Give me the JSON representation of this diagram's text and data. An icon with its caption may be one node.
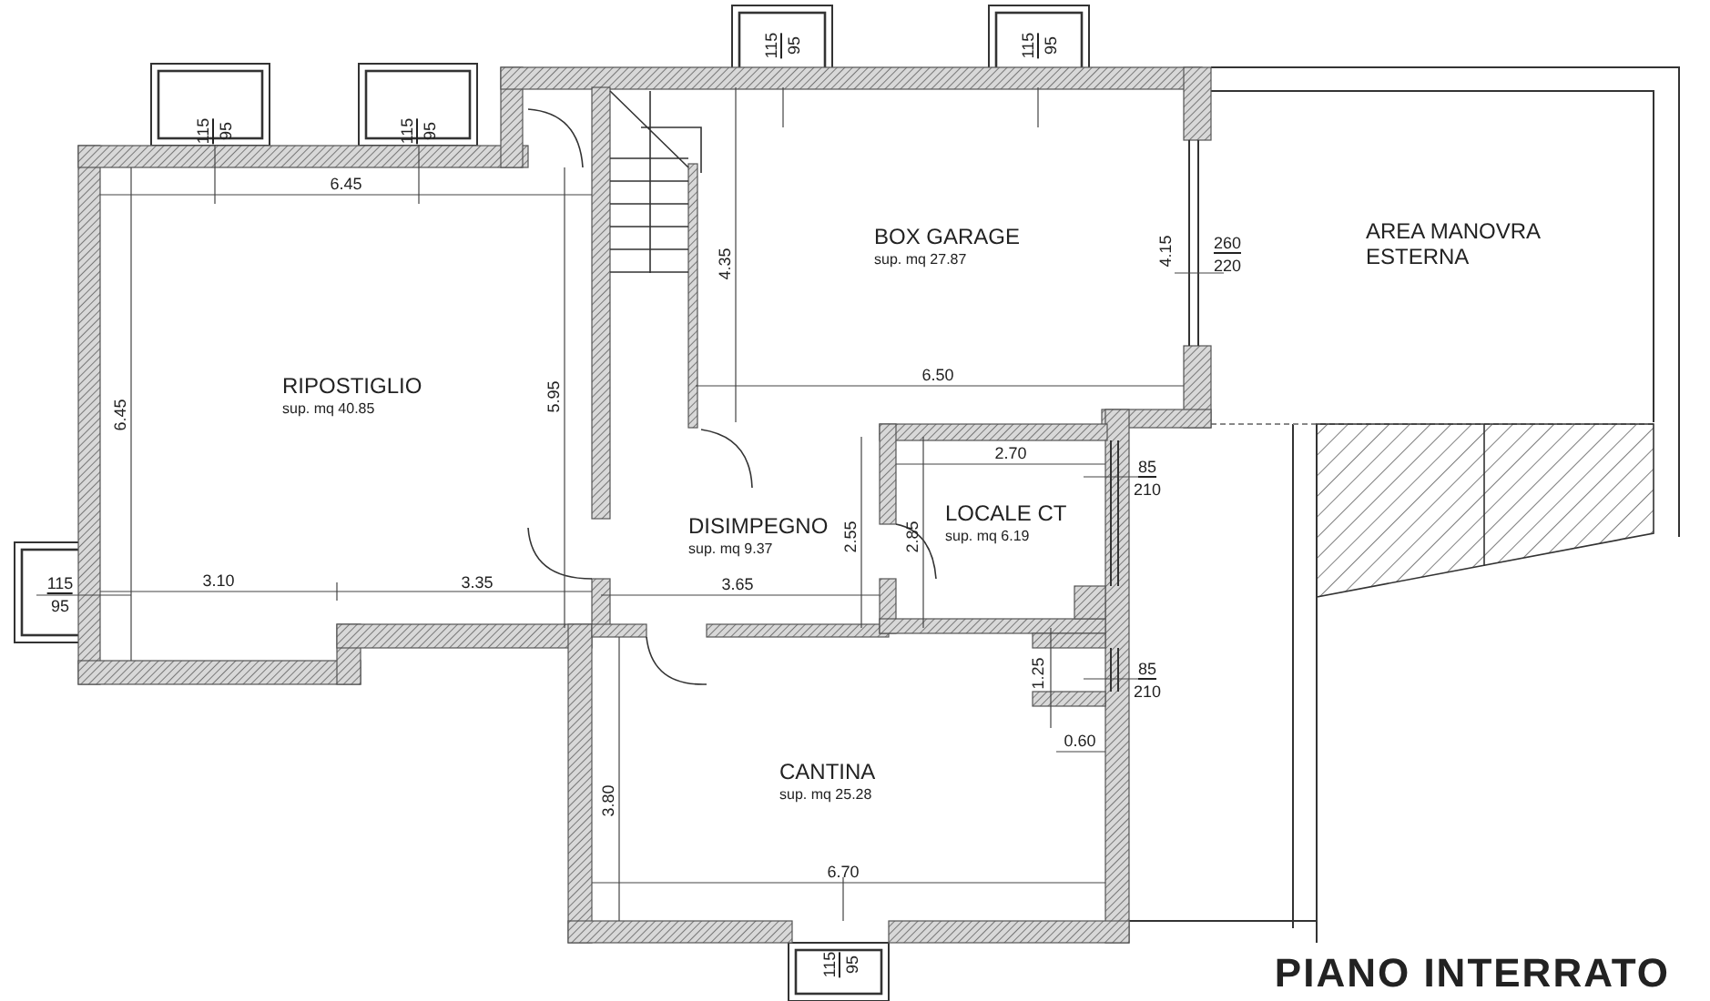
{
  "diagram": {
    "title": "PIANO INTERRATO",
    "nodes": [
      {
        "text": [
          "RIPOSTIGLIO",
          "sup. mq 40.85"
        ]
      },
      {
        "text": [
          "BOX GARAGE",
          "sup. mq 27.87"
        ]
      },
      {
        "text": [
          "AREA MANOVRA ESTERNA"
        ]
      },
      {
        "text": [
          "DISIMPEGNO",
          "sup. mq 9.37"
        ]
      },
      {
        "text": [
          "LOCALE CT",
          "sup. mq 6.19"
        ]
      },
      {
        "text": [
          "CANTINA",
          "sup. mq 25.28"
        ]
      }
    ],
    "edges": [],
    "labels": [
      "115",
      "95",
      "115",
      "95",
      "115",
      "95",
      "115",
      "95",
      "6.45",
      "4.35",
      "4.15",
      "260",
      "220",
      "6.50",
      "5.95",
      "6.45",
      "2.70",
      "85",
      "210",
      "2.55",
      "2.85",
      "115",
      "95",
      "3.10",
      "3.35",
      "3.65",
      "1.25",
      "85",
      "210",
      "0.60",
      "3.80",
      "6.70",
      "115",
      "95"
    ]
  }
}
